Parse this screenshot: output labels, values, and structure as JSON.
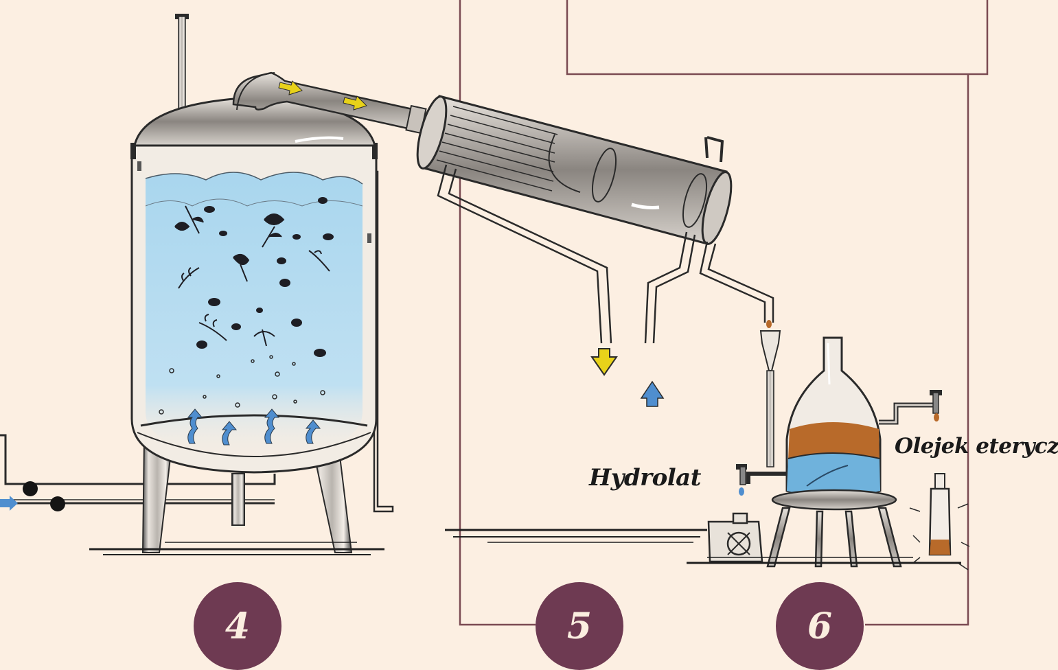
{
  "labels": {
    "hydrolat": "Hydrolat",
    "essential_oil": "Olejek eteryczny"
  },
  "steps": [
    {
      "number": "4"
    },
    {
      "number": "5"
    },
    {
      "number": "6"
    }
  ],
  "colors": {
    "background": "#fcefe2",
    "frame_line": "#7a4a52",
    "step_circle": "#6e3a52",
    "step_text": "#fbeee0",
    "arrow_distillate": "#e8d21a",
    "arrow_cooling": "#4f8ecf",
    "water": "#8fc8e8",
    "oil": "#b86a2a",
    "steel_dark": "#3a3a3a"
  }
}
